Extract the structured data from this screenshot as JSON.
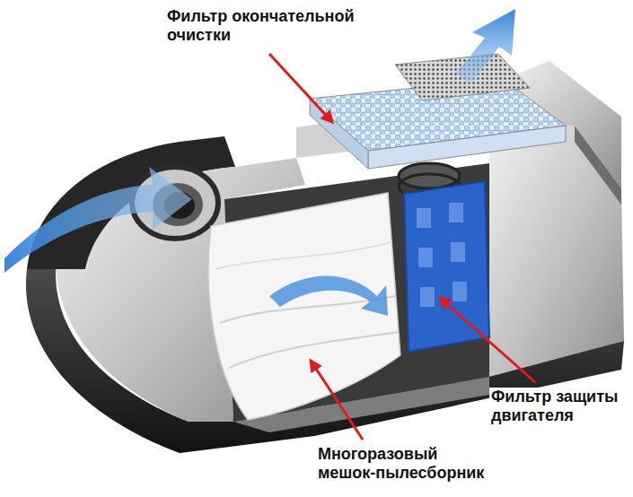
{
  "diagram": {
    "labels": [
      "Фильтр окончательной очистки",
      "Фильтр защиты двигателя",
      "Многоразовый мешок-пылесборник"
    ]
  }
}
